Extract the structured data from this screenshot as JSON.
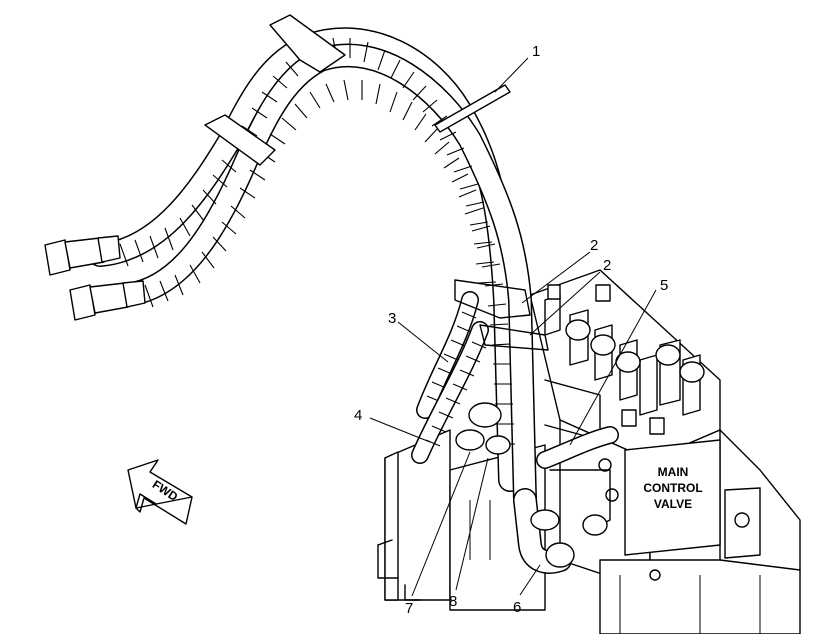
{
  "callouts": [
    {
      "id": "1",
      "label": "1"
    },
    {
      "id": "2a",
      "label": "2"
    },
    {
      "id": "2b",
      "label": "2"
    },
    {
      "id": "3",
      "label": "3"
    },
    {
      "id": "4",
      "label": "4"
    },
    {
      "id": "5",
      "label": "5"
    },
    {
      "id": "6",
      "label": "6"
    },
    {
      "id": "7",
      "label": "7"
    },
    {
      "id": "8",
      "label": "8"
    }
  ],
  "valve_label": {
    "line1": "MAIN",
    "line2": "CONTROL",
    "line3": "VALVE"
  },
  "direction_arrow": {
    "text": "FWD"
  },
  "icons": {
    "direction": "forward-arrow-icon"
  }
}
